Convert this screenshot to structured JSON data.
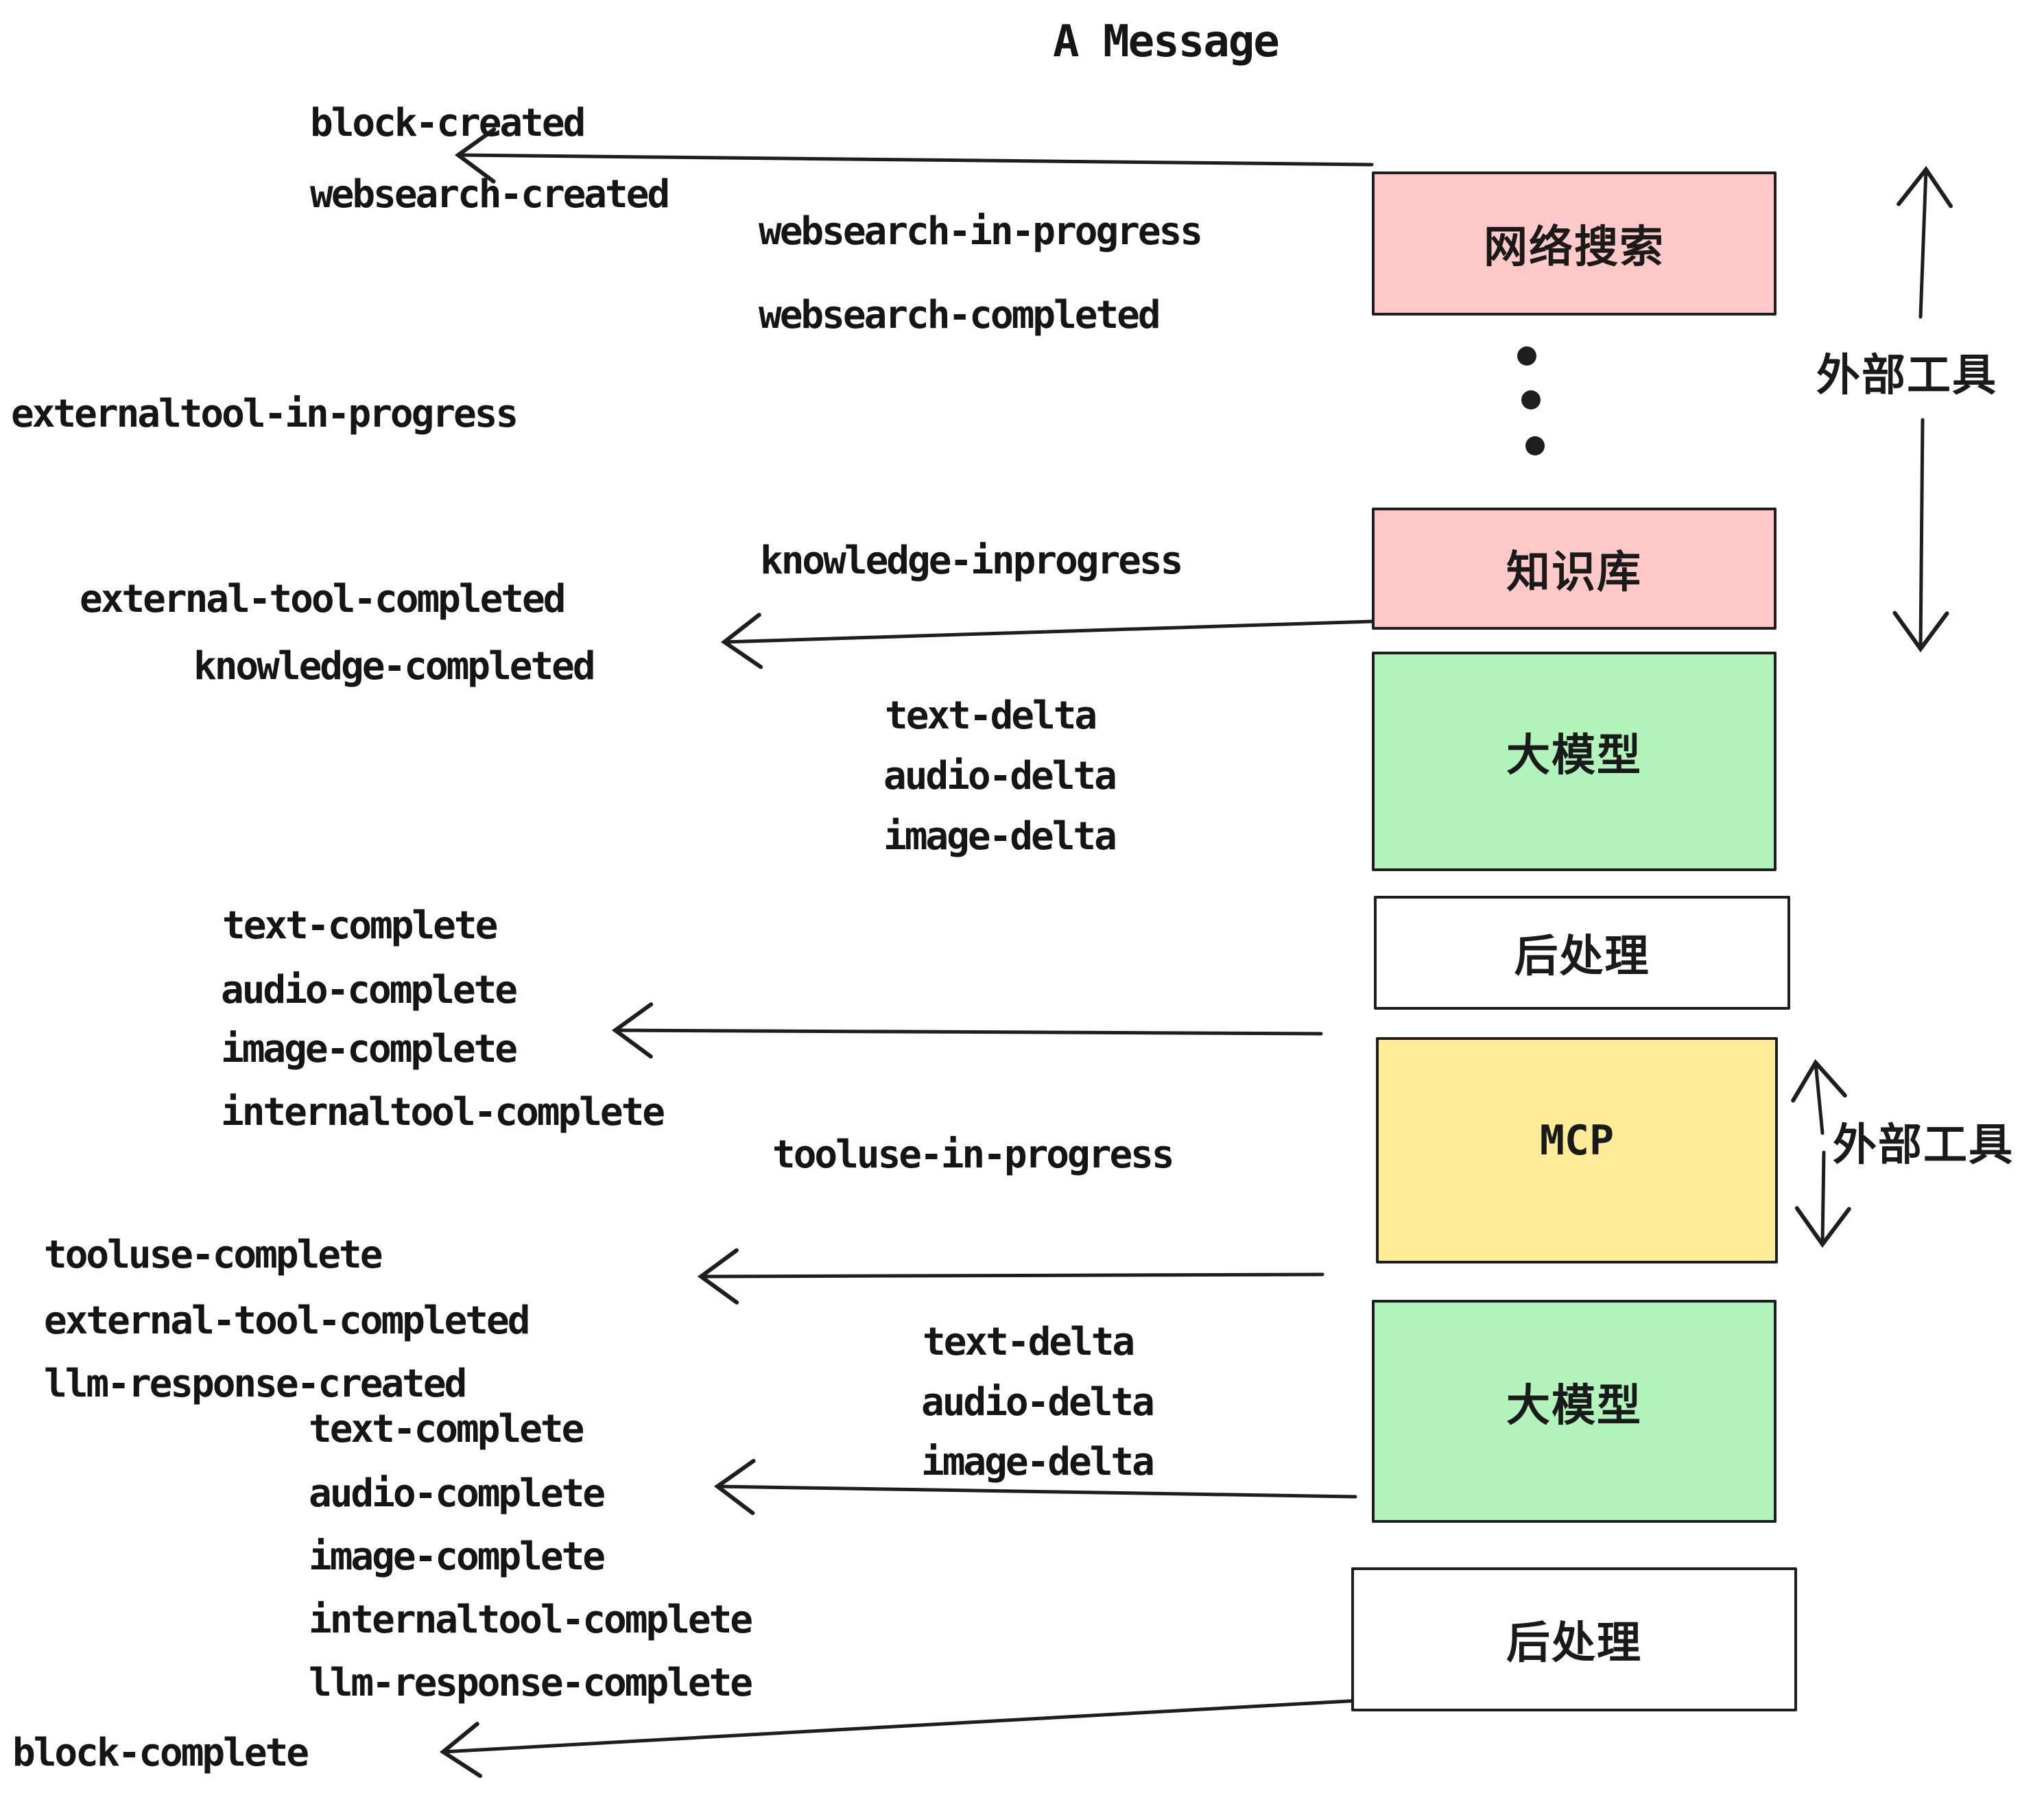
{
  "title": "A Message",
  "colors": {
    "box_pink": "#ffc9c9",
    "box_green": "#b2f2bb",
    "box_yellow": "#ffec99",
    "box_white": "#ffffff",
    "stroke": "#1e1e1e"
  },
  "boxes": {
    "websearch": {
      "label": "网络搜索",
      "color": "#ffc9c9"
    },
    "knowledge": {
      "label": "知识库",
      "color": "#ffc9c9"
    },
    "llm_top": {
      "label": "大模型",
      "color": "#b2f2bb"
    },
    "post_top": {
      "label": "后处理",
      "color": "#ffffff"
    },
    "mcp": {
      "label": "MCP",
      "color": "#ffec99"
    },
    "llm_bottom": {
      "label": "大模型",
      "color": "#b2f2bb"
    },
    "post_bottom": {
      "label": "后处理",
      "color": "#ffffff"
    }
  },
  "side_labels": {
    "external_tools_top": "外部工具",
    "external_tools_bottom": "外部工具"
  },
  "events": {
    "block_created": "block-created",
    "websearch_created": "websearch-created",
    "websearch_in_progress": "websearch-in-progress",
    "websearch_completed": "websearch-completed",
    "externaltool_in_progress": "externaltool-in-progress",
    "knowledge_inprogress": "knowledge-inprogress",
    "external_tool_completed_1": "external-tool-completed",
    "knowledge_completed": "knowledge-completed",
    "text_delta_1": "text-delta",
    "audio_delta_1": "audio-delta",
    "image_delta_1": "image-delta",
    "text_complete_1": "text-complete",
    "audio_complete_1": "audio-complete",
    "image_complete_1": "image-complete",
    "internaltool_complete_1": "internaltool-complete",
    "tooluse_in_progress": "tooluse-in-progress",
    "tooluse_complete": "tooluse-complete",
    "external_tool_completed_2": "external-tool-completed",
    "llm_response_created": "llm-response-created",
    "text_delta_2": "text-delta",
    "audio_delta_2": "audio-delta",
    "image_delta_2": "image-delta",
    "text_complete_2": "text-complete",
    "audio_complete_2": "audio-complete",
    "image_complete_2": "image-complete",
    "internaltool_complete_2": "internaltool-complete",
    "llm_response_complete": "llm-response-complete",
    "block_complete": "block-complete"
  }
}
